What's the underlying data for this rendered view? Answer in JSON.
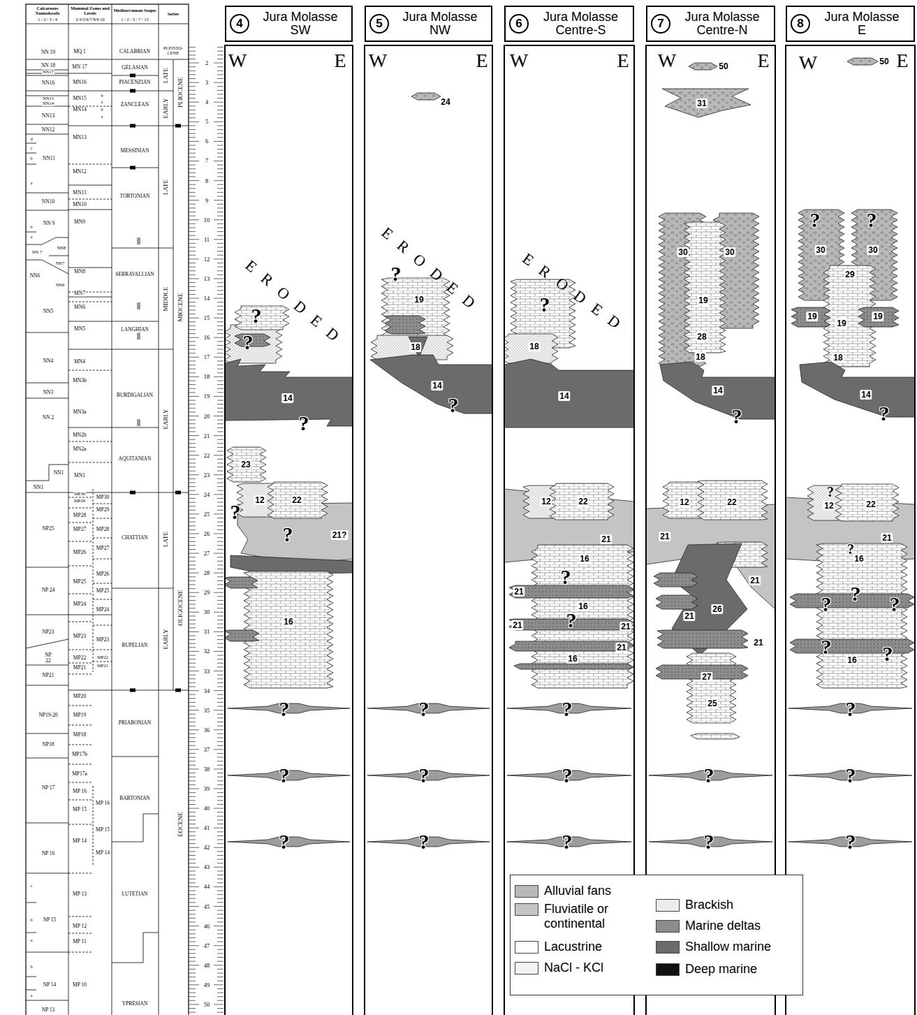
{
  "diagram": {
    "nodes": [
      {
        "text": [
          "4",
          "Jura Molasse SW"
        ]
      },
      {
        "text": [
          "5",
          "Jura Molasse NW"
        ]
      },
      {
        "text": [
          "6",
          "Jura Molasse Centre-S"
        ]
      },
      {
        "text": [
          "7",
          "Jura Molasse Centre-N"
        ]
      },
      {
        "text": [
          "8",
          "Jura Molasse E"
        ]
      }
    ],
    "labels": [
      "Calcareous Nannofossils",
      "1 / 2 / 3 / 4",
      "Mammal Zones and Levels",
      "2/3/5/6/7/8/9 10",
      "Mediterranean Stages",
      "1 / 2 / 3 / 7 / 15",
      "Series",
      "NN 19",
      "NN 18",
      "NN17",
      "NN16",
      "NN15",
      "NN14",
      "NN13",
      "NN12",
      "d",
      "c",
      "b",
      "NN11",
      "a",
      "NN10",
      "b",
      "NN 9",
      "a",
      "NN 7",
      "NN8",
      "NN7",
      "NN6",
      "NN6",
      "NN5",
      "NN4",
      "NN3",
      "NN 2",
      "NN1",
      "NN1",
      "NP25",
      "NP 24",
      "NP23",
      "NP 22",
      "NP21",
      "NP19-20",
      "NP18",
      "NP 17",
      "NP 16",
      "c",
      "b",
      "NP 15",
      "a",
      "b",
      "NP 14",
      "a",
      "NP 13",
      "MQ 1",
      "MN 17",
      "MN16",
      "MN15",
      "b",
      "a",
      "MN14",
      "b",
      "a",
      "MN13",
      "MN12",
      "MN11",
      "MN10",
      "MN9",
      "MN8",
      "MN7",
      "MN6",
      "MN5",
      "MN4",
      "MN3b",
      "MN3a",
      "MN2b",
      "MN2a",
      "MN1",
      "MP30",
      "MP29",
      "MP28",
      "MP27",
      "MP26",
      "MP25",
      "MP24",
      "MP23",
      "MP22",
      "MP21",
      "MP20",
      "MP19",
      "MP18",
      "MP17b",
      "MP17a",
      "MP 16",
      "MP 15",
      "MP 14",
      "MP 13",
      "MP 12",
      "MP 11",
      "MP 10",
      "MP30",
      "MP29",
      "MP28",
      "MP27",
      "MP26",
      "MP25",
      "MP24",
      "MP23",
      "MP22",
      "MP21",
      "MP 16",
      "MP 15",
      "MP 14",
      "CALABRIAN",
      "GELASIAN",
      "PIACENZIAN",
      "ZANCLEAN",
      "MESSINIAN",
      "TORTONIAN",
      "SERRAVALLIAN",
      "LANGHIAN",
      "BURDIGALIAN",
      "AQUITANIAN",
      "CHATTIAN",
      "RUPELIAN",
      "PRIABONIAN",
      "BARTONIAN",
      "LUTETIAN",
      "YPRESIAN",
      "PLEISTO-CENE",
      "LATE",
      "PLIOCENE",
      "EARLY",
      "LATE",
      "MIDDLE",
      "MIOCENE",
      "EARLY",
      "LATE",
      "OLIGOCENE",
      "EARLY",
      "EOCENE",
      "2",
      "3",
      "4",
      "5",
      "6",
      "7",
      "8",
      "9",
      "10",
      "11",
      "12",
      "13",
      "14",
      "15",
      "16",
      "17",
      "18",
      "19",
      "20",
      "21",
      "22",
      "23",
      "24",
      "25",
      "26",
      "27",
      "28",
      "29",
      "30",
      "31",
      "32",
      "33",
      "34",
      "35",
      "36",
      "37",
      "38",
      "39",
      "40",
      "41",
      "42",
      "43",
      "44",
      "45",
      "46",
      "47",
      "48",
      "49",
      "50",
      "W",
      "E",
      "E R O D E D",
      "?",
      "?",
      "14",
      "?",
      "23",
      "12",
      "22",
      "?",
      "?",
      "21?",
      "16",
      "?",
      "?",
      "?",
      "W",
      "E",
      "24",
      "E R O D E D",
      "?",
      "19",
      "18",
      "14",
      "?",
      "?",
      "?",
      "?",
      "W",
      "E",
      "E R O D E D",
      "?",
      "18",
      "14",
      "12",
      "22",
      "21",
      "16",
      "?",
      "21",
      "16",
      "?",
      "21",
      "21",
      "21",
      "16",
      "?",
      "?",
      "?",
      "W",
      "50",
      "E",
      "31",
      "30",
      "30",
      "19",
      "28",
      "18",
      "14",
      "?",
      "12",
      "22",
      "21",
      "21",
      "26",
      "21",
      "21",
      "27",
      "25",
      "?",
      "?",
      "W",
      "50",
      "E",
      "?",
      "?",
      "30",
      "30",
      "29",
      "19",
      "19",
      "19",
      "18",
      "14",
      "?",
      "?",
      "12",
      "22",
      "21",
      "?",
      "16",
      "?",
      "?",
      "?",
      "?",
      "16",
      "?",
      "?",
      "?",
      "?"
    ],
    "legend": [
      {
        "text": "Alluvial fans",
        "color": "#b8b8b8"
      },
      {
        "text": "Fluviatile or continental",
        "color": "#c4c4c4"
      },
      {
        "text": "Lacustrine",
        "color": "#ffffff"
      },
      {
        "text": "NaCl - KCl",
        "color": "#f4f4f4"
      },
      {
        "text": "Brackish",
        "color": "#ececec"
      },
      {
        "text": "Marine deltas",
        "color": "#8c8c8c"
      },
      {
        "text": "Shallow marine",
        "color": "#6b6b6b"
      },
      {
        "text": "Deep marine",
        "color": "#111111"
      }
    ]
  }
}
